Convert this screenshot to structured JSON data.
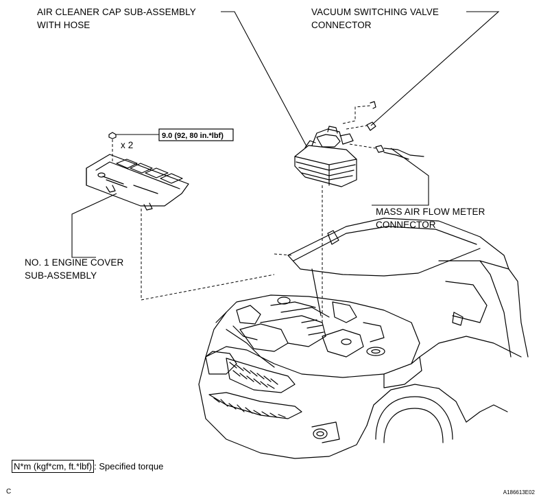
{
  "labels": {
    "air_cleaner_line1": "AIR CLEANER CAP SUB-ASSEMBLY",
    "air_cleaner_line2": "WITH HOSE",
    "vsv_line1": "VACUUM SWITCHING VALVE",
    "vsv_line2": "CONNECTOR",
    "maf_line1": "MASS AIR FLOW METER",
    "maf_line2": "CONNECTOR",
    "engine_cover_line1": "NO. 1 ENGINE COVER",
    "engine_cover_line2": "SUB-ASSEMBLY",
    "bolt_count": "x 2",
    "torque_value": "9.0 (92, 80 in.*lbf)"
  },
  "legend": {
    "units": "N*m (kgf*cm, ft.*lbf)",
    "description": ": Specified torque"
  },
  "footer": {
    "corner_letter": "C",
    "figure_id": "A186613E02"
  }
}
